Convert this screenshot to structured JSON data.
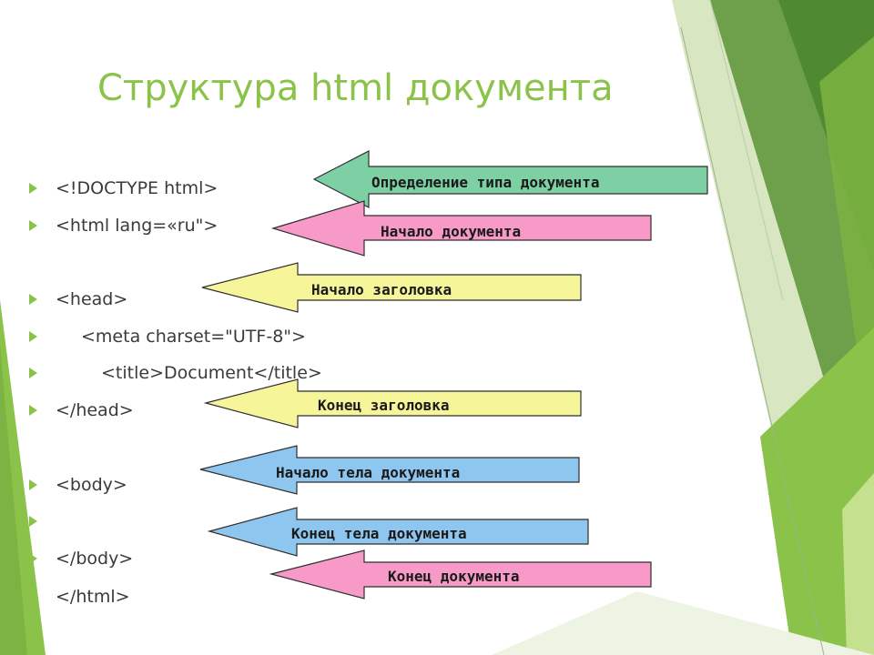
{
  "title": "Структура html документа",
  "colors": {
    "title": "#8bc34a",
    "bullet": "#8bc34a",
    "arrow_green": "#7dcfa4",
    "arrow_pink": "#f79ac8",
    "arrow_yellow": "#f6f59a",
    "arrow_blue": "#8ec6ef"
  },
  "bullets": [
    {
      "text": "<!DOCTYPE html>",
      "indent": 0
    },
    {
      "text": "<html lang=«ru\">",
      "indent": 0
    },
    {
      "text": "<head>",
      "indent": 0
    },
    {
      "text": "<meta charset=\"UTF-8\">",
      "indent": 1
    },
    {
      "text": "<title>Document</title>",
      "indent": 2
    },
    {
      "text": "</head>",
      "indent": 0
    },
    {
      "text": "<body>",
      "indent": 0
    },
    {
      "text": "",
      "indent": 0
    },
    {
      "text": "</body>",
      "indent": 0
    },
    {
      "text": "</html>",
      "indent": 0
    }
  ],
  "arrows": [
    {
      "label": "Определение типа документа",
      "color": "green"
    },
    {
      "label": "Начало документа",
      "color": "pink"
    },
    {
      "label": "Начало заголовка",
      "color": "yellow"
    },
    {
      "label": "Конец заголовка",
      "color": "yellow"
    },
    {
      "label": "Начало тела документа",
      "color": "blue"
    },
    {
      "label": "Конец тела документа",
      "color": "blue"
    },
    {
      "label": "Конец документа",
      "color": "pink"
    }
  ]
}
